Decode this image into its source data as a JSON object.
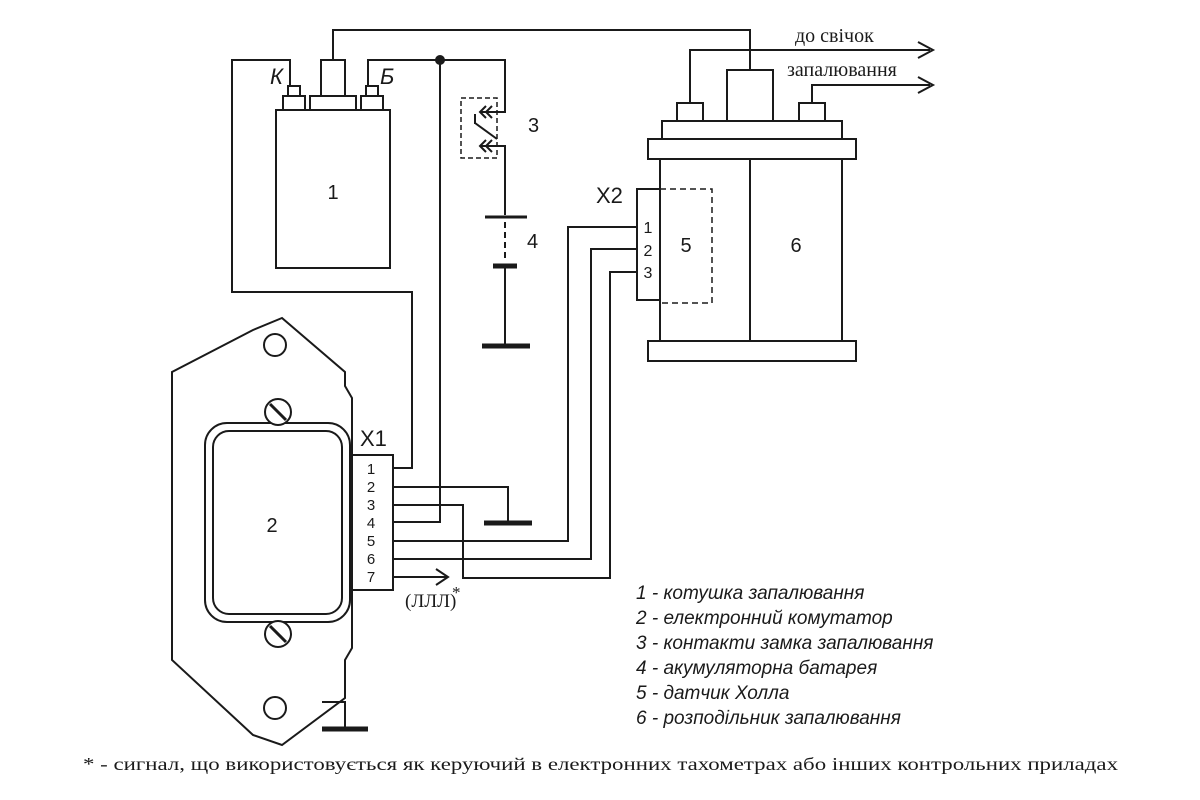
{
  "components": {
    "coil_number": "1",
    "coil_terminal_k": "К",
    "coil_terminal_b": "Б",
    "commutator_number": "2",
    "switch_number": "3",
    "battery_number": "4",
    "hall_sensor_number": "5",
    "distributor_number": "6"
  },
  "connector_x1": {
    "label": "X1",
    "pins": [
      "1",
      "2",
      "3",
      "4",
      "5",
      "6",
      "7"
    ]
  },
  "connector_x2": {
    "label": "X2",
    "pins": [
      "1",
      "2",
      "3"
    ]
  },
  "output": {
    "line1": "до свічок",
    "line2": "запалювання"
  },
  "signal": {
    "label": "(ЛЛЛ)",
    "asterisk": "*"
  },
  "legend": [
    "1 - котушка запалювання",
    "2 - електронний комутатор",
    "3 - контакти замка запалювання",
    "4 - акумуляторна батарея",
    "5 - датчик Холла",
    "6 - розподільник запалювання"
  ],
  "footnote": "* - сигнал, що використовується як керуючий в електронних тахометрах або інших контрольних приладах"
}
